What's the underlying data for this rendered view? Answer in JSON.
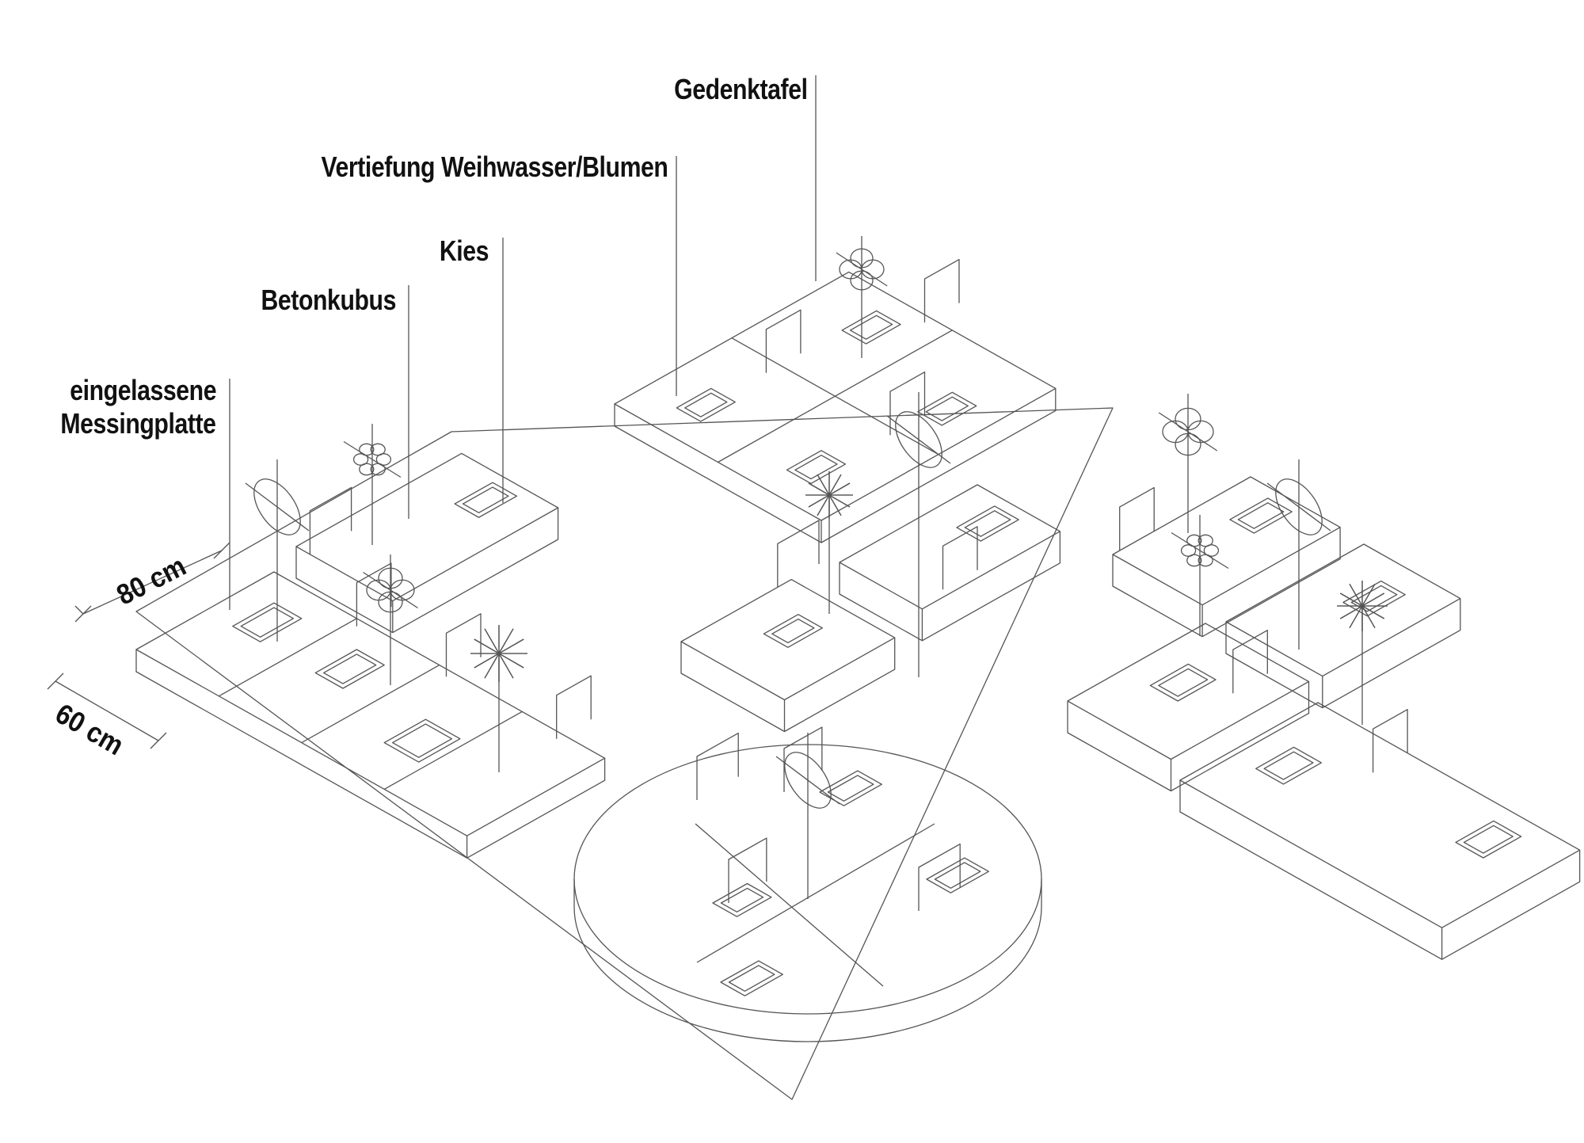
{
  "labels": {
    "gedenktafel": "Gedenktafel",
    "vertiefung": "Vertiefung Weihwasser/Blumen",
    "kies": "Kies",
    "betonkubus": "Betonkubus",
    "messing_line1": "eingelassene",
    "messing_line2": "Messingplatte"
  },
  "dimensions": {
    "width": "80 cm",
    "depth": "60 cm"
  },
  "colors": {
    "line": "#555555",
    "text": "#111111",
    "background": "#ffffff"
  }
}
